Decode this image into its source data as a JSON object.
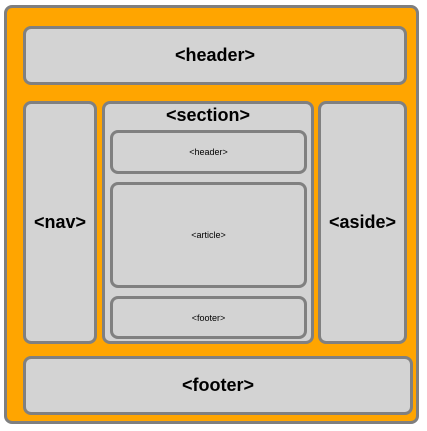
{
  "diagram": {
    "header_label": "<header>",
    "nav_label": "<nav>",
    "section": {
      "label": "<section>",
      "header_label": "<header>",
      "article_label": "<article>",
      "footer_label": "<footer>"
    },
    "aside_label": "<aside>",
    "footer_label": "<footer>"
  },
  "colors": {
    "background": "#FFA500",
    "box_fill": "#D3D3D3",
    "box_border": "#808080"
  }
}
